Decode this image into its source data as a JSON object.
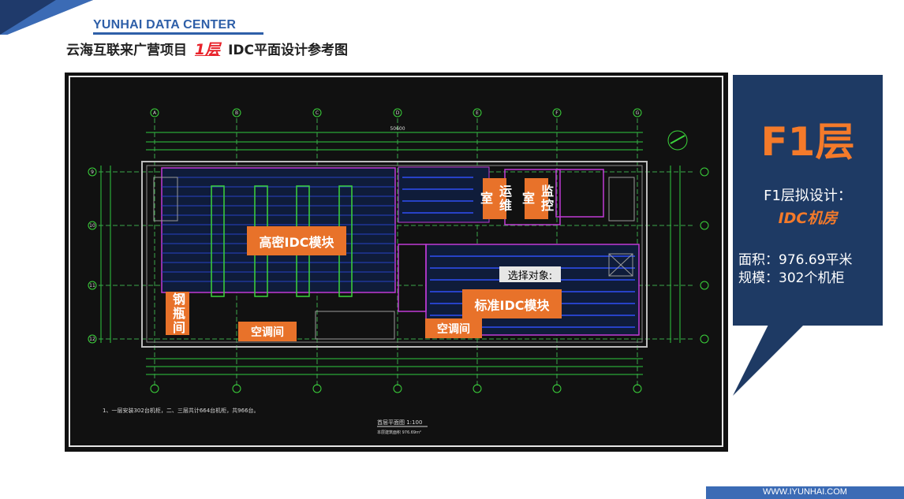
{
  "header": {
    "brand": "YUNHAI DATA CENTER",
    "title_part1": "云海互联来广营项目",
    "title_floor": "1层",
    "title_part2": "IDC平面设计参考图"
  },
  "drawing": {
    "grid_letters": [
      "A",
      "B",
      "C",
      "D",
      "E",
      "F",
      "G"
    ],
    "grid_numbers": [
      "9",
      "10",
      "11",
      "12"
    ],
    "overall_dim": "50600",
    "note": "1、一层安装302台机柜，二、三层共计664台机柜，共966台。",
    "plan_title": "首层平面图 1:100",
    "plan_sub": "本层建筑面积 976.69m²",
    "labels": {
      "high_density": "高密IDC模块",
      "standard": "标准IDC模块",
      "ops_room": "运维室",
      "monitor_room": "监控室",
      "gas_room": "钢瓶间",
      "ac_room_1": "空调间",
      "ac_room_2": "空调间"
    },
    "popup": "选择对象:"
  },
  "info": {
    "floor": "F1层",
    "plan_line": "F1层拟设计：",
    "idc_line": "IDC机房",
    "area": "面积：976.69平米",
    "scale": "规模：302个机柜"
  },
  "footer": {
    "url": "WWW.IYUNHAI.COM"
  },
  "colors": {
    "brand_blue": "#2e5fa8",
    "navy": "#1e3a64",
    "orange": "#f47a2a",
    "label_orange": "#e8722a",
    "cad_bg": "#111111"
  }
}
